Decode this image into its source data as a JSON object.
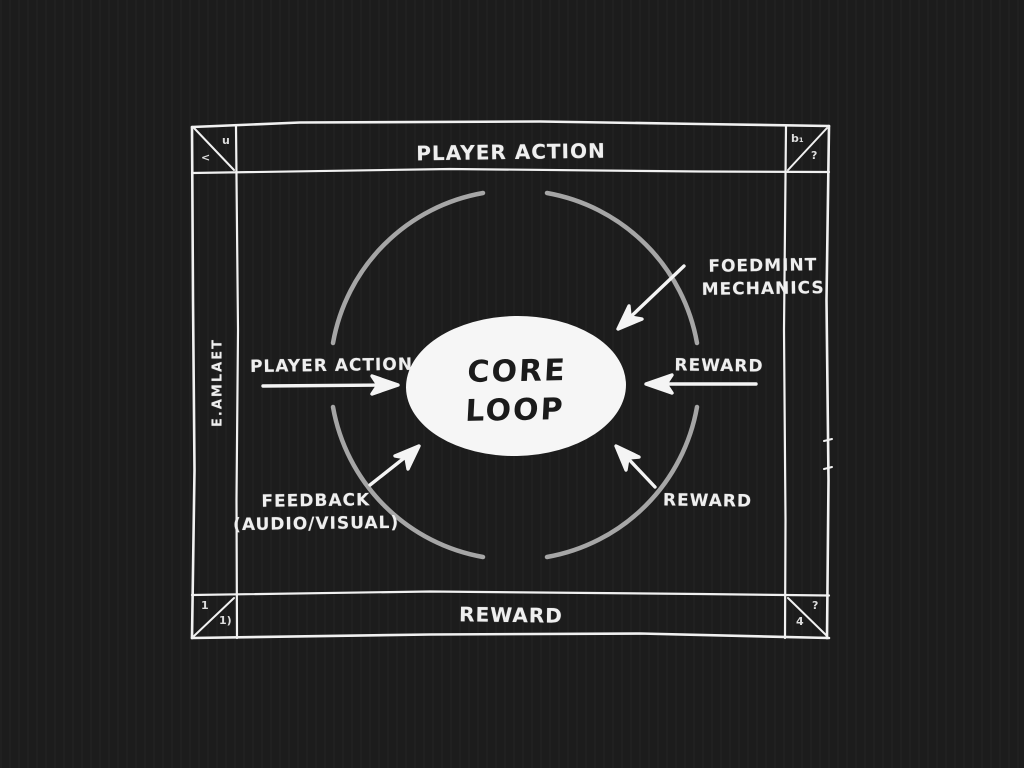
{
  "colors": {
    "background": "#1c1c1c",
    "ink": "#f1f1f1",
    "circle_stroke": "#a6a6a6",
    "ellipse_fill": "#f6f6f6",
    "core_text": "#1b1b1b"
  },
  "frame": {
    "top_label": "PLAYER ACTION",
    "bottom_label": "REWARD",
    "left_vertical_label": "E.AMLAET",
    "corner_marks": {
      "top_left": [
        "u",
        "<"
      ],
      "top_right": [
        "b₁",
        "?"
      ],
      "bottom_left": [
        "1",
        "1)"
      ],
      "bottom_right": [
        "?",
        "4"
      ]
    }
  },
  "center": {
    "line1": "CORE",
    "line2": "LOOP"
  },
  "annotations": {
    "left_arrow_label": "PLAYER ACTION",
    "right_arrow_label": "REWARD",
    "top_right_label_line1": "FOEDMINT",
    "top_right_label_line2": "MECHANICS",
    "bottom_right_label": "REWARD",
    "bottom_left_label_line1": "FEEDBACK",
    "bottom_left_label_line2": "(AUDIO/VISUAL)"
  }
}
